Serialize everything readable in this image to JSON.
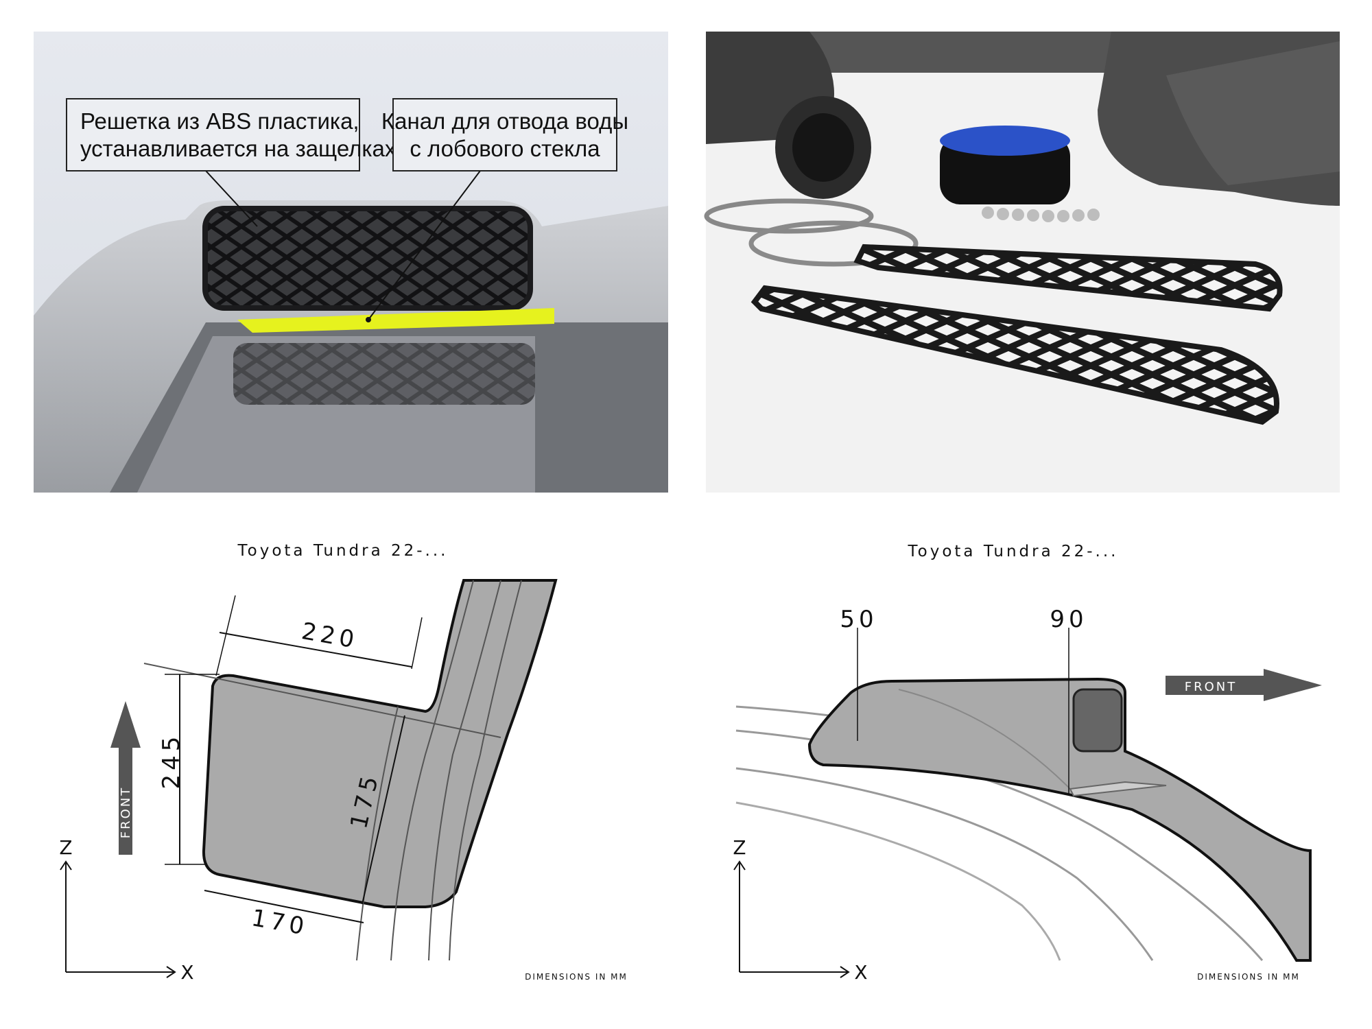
{
  "photo_annotations": {
    "grille_callout": [
      "Решетка из ABS пластика,",
      "устанавливается на защелках"
    ],
    "channel_callout": [
      "Канал для отвода воды",
      "с лобового стекла"
    ],
    "highlight_color": "#e6f21e"
  },
  "diagram_left": {
    "title": "Toyota Tundra 22-...",
    "dimensions": {
      "top": "220",
      "left": "245",
      "inner": "175",
      "bottom": "170"
    },
    "front_label": "FRONT",
    "axis_z": "Z",
    "axis_x": "X",
    "units_note": "dimensions in mm"
  },
  "diagram_right": {
    "title": "Toyota Tundra 22-...",
    "dimensions": {
      "rear_height": "50",
      "front_height": "90"
    },
    "front_label": "FRONT",
    "axis_z": "Z",
    "axis_x": "X",
    "units_note": "dimensions in mm"
  }
}
